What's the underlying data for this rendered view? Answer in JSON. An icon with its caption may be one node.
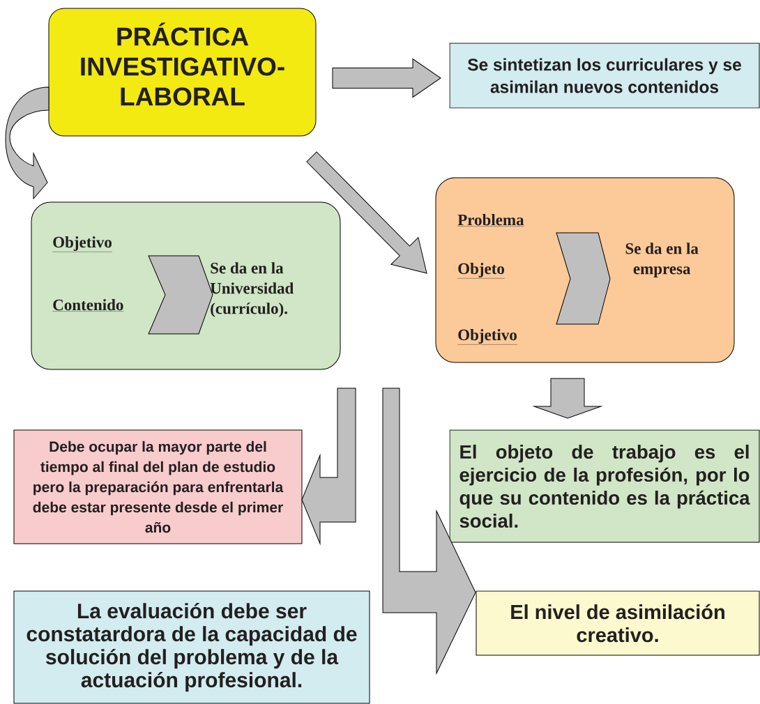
{
  "diagram": {
    "nodes": [
      {
        "text": [
          "PRÁCTICA INVESTIGATIVO-LABORAL"
        ]
      },
      {
        "text": [
          "Se sintetizan los curriculares y se asimilan nuevos contenidos"
        ]
      },
      {
        "text": [],
        "shape": "box"
      },
      {
        "text": [
          "Objetivo"
        ],
        "in": 2
      },
      {
        "text": [
          "Contenido"
        ],
        "in": 2
      },
      {
        "text": [
          "Se da en la Universidad (currículo)."
        ],
        "in": 2
      },
      {
        "text": [],
        "shape": "box"
      },
      {
        "text": [
          "Problema"
        ],
        "in": 6
      },
      {
        "text": [
          "Objeto"
        ],
        "in": 6
      },
      {
        "text": [
          "Objetivo"
        ],
        "in": 6
      },
      {
        "text": [
          "Se da en la empresa"
        ],
        "in": 6
      },
      {
        "text": [
          "Debe ocupar la mayor parte del tiempo al final del plan de estudio pero la preparación para enfrentarla debe estar presente desde el primer año"
        ]
      },
      {
        "text": [
          "El objeto de trabajo es el ejercicio de la profesión, por lo que su contenido es la práctica social."
        ]
      },
      {
        "text": [
          "La evaluación debe ser constatardora de la capacidad de solución del problema y de la actuación profesional."
        ]
      },
      {
        "text": [
          "El nivel de asimilación creativo."
        ]
      }
    ],
    "edges": [
      {
        "from": 0,
        "to": 1,
        "arrow": "to"
      },
      {
        "from": 0,
        "to": 6,
        "arrow": "to"
      },
      {
        "from": 0,
        "to": 2,
        "arrow": "to"
      },
      {
        "from": 3,
        "to": 5,
        "arrow": "to"
      },
      {
        "from": 4,
        "to": 5,
        "arrow": "to"
      },
      {
        "from": 7,
        "to": 10,
        "arrow": "to"
      },
      {
        "from": 8,
        "to": 10,
        "arrow": "to"
      },
      {
        "from": 9,
        "to": 10,
        "arrow": "to"
      },
      {
        "from": 6,
        "to": 12,
        "arrow": "to"
      },
      {
        "from": null,
        "to": 11,
        "arrow": "to"
      },
      {
        "from": null,
        "to": 14,
        "arrow": "to"
      }
    ]
  }
}
